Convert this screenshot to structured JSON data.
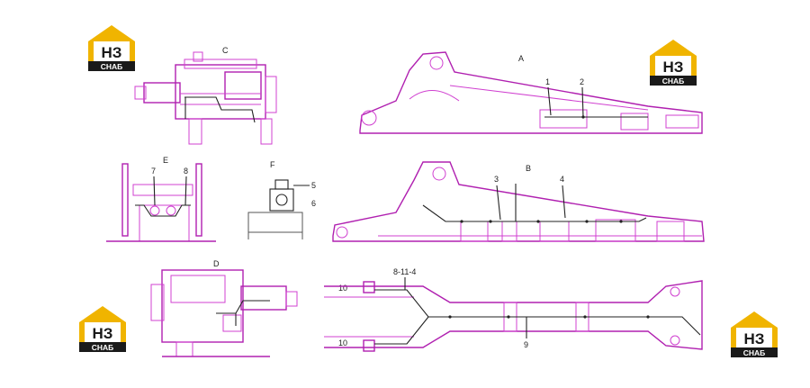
{
  "logos": [
    {
      "letters": "НЗ",
      "caption": "СНАБ"
    },
    {
      "letters": "НЗ",
      "caption": "СНАБ"
    },
    {
      "letters": "НЗ",
      "caption": "СНАБ"
    },
    {
      "letters": "НЗ",
      "caption": "СНАБ"
    }
  ],
  "views": {
    "a": {
      "title": "A",
      "callouts": [
        "1",
        "2"
      ]
    },
    "b": {
      "title": "B",
      "callouts": [
        "3",
        "4"
      ]
    },
    "c": {
      "title": "C"
    },
    "d": {
      "title": "D"
    },
    "e": {
      "title": "E",
      "callouts": [
        "7",
        "8"
      ]
    },
    "f": {
      "title": "F",
      "callouts": [
        "5",
        "6"
      ]
    },
    "frame": {
      "callouts": [
        "8-11-4",
        "10",
        "10",
        "9"
      ]
    }
  },
  "colors": {
    "outline": "#d040d0",
    "outline_dark": "#b020b0",
    "harness": "#222222",
    "logo_gold": "#f0b400",
    "logo_dark": "#1a1a1a"
  }
}
